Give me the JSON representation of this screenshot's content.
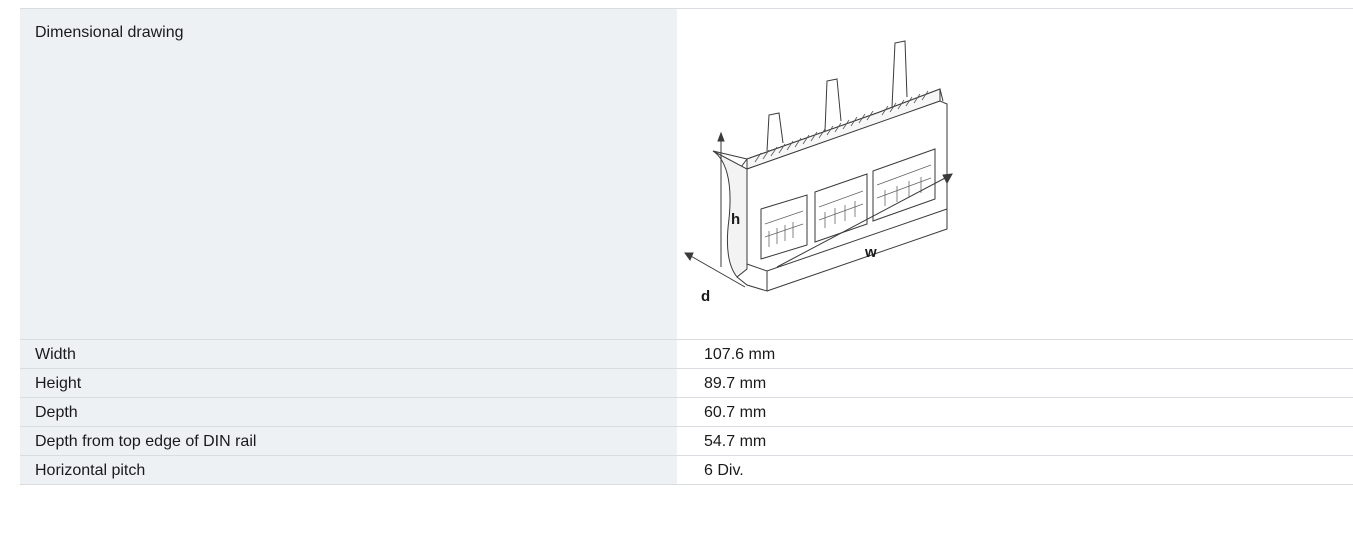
{
  "specs": {
    "drawing_label": "Dimensional drawing",
    "drawing": {
      "dim_h": "h",
      "dim_w": "w",
      "dim_d": "d"
    },
    "rows": [
      {
        "label": "Width",
        "value": "107.6 mm"
      },
      {
        "label": "Height",
        "value": "89.7 mm"
      },
      {
        "label": "Depth",
        "value": "60.7 mm"
      },
      {
        "label": "Depth from top edge of DIN rail",
        "value": "54.7 mm"
      },
      {
        "label": "Horizontal pitch",
        "value": "6 Div."
      }
    ]
  },
  "colors": {
    "label_background": "#eef1f4",
    "border": "#d9dde1",
    "text": "#1a1a1a"
  }
}
